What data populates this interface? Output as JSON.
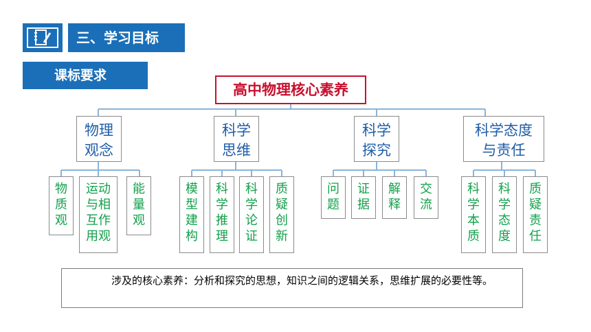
{
  "header": {
    "title": "三、学习目标"
  },
  "subheader": {
    "label": "课标要求"
  },
  "root": {
    "label": "高中物理核心素养"
  },
  "categories": [
    {
      "line1": "物理",
      "line2": "观念"
    },
    {
      "line1": "科学",
      "line2": "思维"
    },
    {
      "line1": "科学",
      "line2": "探究"
    },
    {
      "line1": "科学态度",
      "line2": "与责任"
    }
  ],
  "leaves": [
    [
      "物",
      "质",
      "观"
    ],
    [
      "运动",
      "与相",
      "互作",
      "用观"
    ],
    [
      "能",
      "量",
      "观"
    ],
    [
      "模",
      "型",
      "建",
      "构"
    ],
    [
      "科",
      "学",
      "推",
      "理"
    ],
    [
      "科",
      "学",
      "论",
      "证"
    ],
    [
      "质",
      "疑",
      "创",
      "新"
    ],
    [
      "问",
      "题"
    ],
    [
      "证",
      "据"
    ],
    [
      "解",
      "释"
    ],
    [
      "交",
      "流"
    ],
    [
      "科",
      "学",
      "本",
      "质"
    ],
    [
      "科",
      "学",
      "态",
      "度"
    ],
    [
      "质",
      "疑",
      "责",
      "任"
    ]
  ],
  "note": {
    "text": "涉及的核心素养：分析和探究的思想，知识之间的逻辑关系，思维扩展的必要性等。"
  },
  "colors": {
    "accent": "#1a6fb8",
    "root": "#c8102e",
    "category": "#1e5da8",
    "leaf": "#12a04a",
    "connector": "#8ab4d8"
  },
  "icons": [
    "notebook-pen-icon"
  ]
}
